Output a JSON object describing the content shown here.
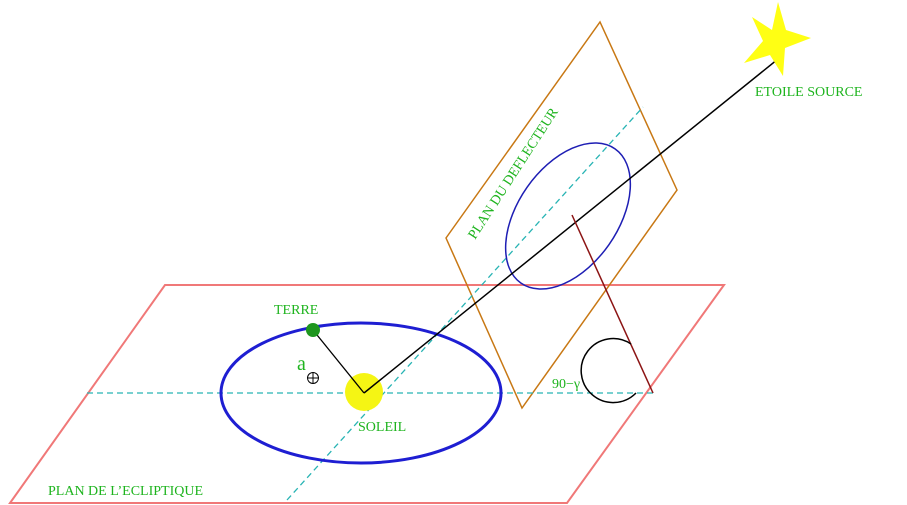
{
  "labels": {
    "star": "ETOILE SOURCE",
    "deflector_plane": "PLAN DU DEFLECTEUR",
    "earth": "TERRE",
    "semi_axis": "a",
    "sun": "SOLEIL",
    "angle": "90−γ",
    "ecliptic_plane": "PLAN DE L’ECLIPTIQUE",
    "earth_symbol": "⊕"
  },
  "colors": {
    "ecliptic_plane": "#f07878",
    "deflector_plane": "#c87814",
    "orbit": "#1e1ed2",
    "deflector_ellipse": "#1e1eb4",
    "dashed_axis": "#28b4b4",
    "label_green": "#1eb41e",
    "earth": "#1e961e",
    "sun": "#f5f514",
    "star": "#ffff14",
    "perpendicular": "#8c1414",
    "line": "#000000"
  }
}
